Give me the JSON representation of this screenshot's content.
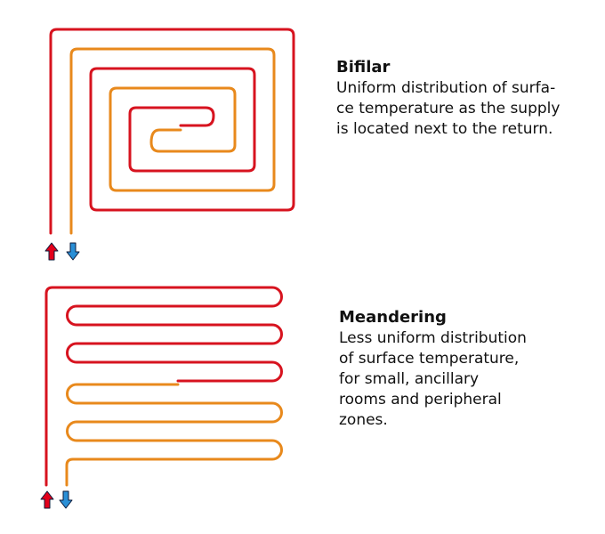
{
  "colors": {
    "supply": "#d7131f",
    "return": "#e8891c",
    "supply_arrow": "#e3001b",
    "return_arrow": "#2a8fd6",
    "arrow_outline": "#0b1a3a",
    "text": "#111111"
  },
  "sections": [
    {
      "id": "bifilar",
      "icons": [
        "supply-arrow-up-icon",
        "return-arrow-down-icon"
      ],
      "title": "Bifilar",
      "body_lines": [
        "Uniform distribution of surfa-",
        "ce temperature as the supply",
        "is located next to the return."
      ]
    },
    {
      "id": "meandering",
      "icons": [
        "supply-arrow-up-icon",
        "return-arrow-down-icon"
      ],
      "title": "Meandering",
      "body_lines": [
        "Less uniform distribution",
        "of surface temperature,",
        "for small, ancillary",
        "rooms and peripheral",
        "zones."
      ]
    }
  ]
}
